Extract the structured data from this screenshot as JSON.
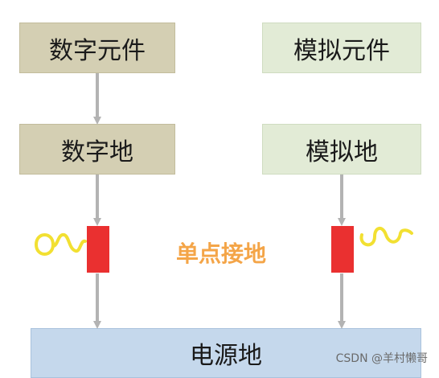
{
  "nodes": {
    "digital_components": "数字元件",
    "analog_components": "模拟元件",
    "digital_ground": "数字地",
    "analog_ground": "模拟地",
    "power_ground": "电源地"
  },
  "single_point_label": "单点接地",
  "watermark": "CSDN @羊村懒哥",
  "colors": {
    "digital_fill": "#d4cfb3",
    "analog_fill": "#e2ebd6",
    "power_fill": "#c5d8ec",
    "arrow": "#b3b3b3",
    "resistor": "#ea3030",
    "squiggle": "#f2e032",
    "label": "#f4a548"
  }
}
